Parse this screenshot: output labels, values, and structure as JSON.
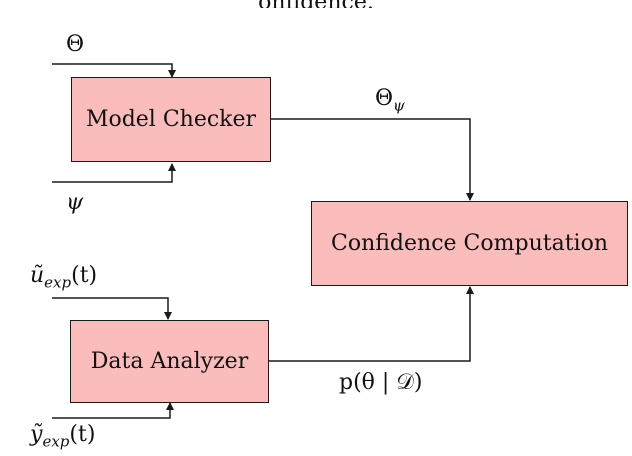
{
  "top_fragment": "onfidence.",
  "boxes": {
    "model_checker": "Model Checker",
    "data_analyzer": "Data Analyzer",
    "confidence_computation": "Confidence Computation"
  },
  "labels": {
    "theta": "Θ",
    "theta_psi_base": "Θ",
    "theta_psi_sub": "ψ",
    "psi": "ψ",
    "u_exp_base": "ũ",
    "u_exp_sub": "exp",
    "u_exp_arg": "(t)",
    "y_exp_base": "ỹ",
    "y_exp_sub": "exp",
    "y_exp_arg": "(t)",
    "posterior": "p(θ | 𝒟)"
  },
  "colors": {
    "box_fill": "#fbbcbc",
    "stroke": "#1a1a1a"
  }
}
